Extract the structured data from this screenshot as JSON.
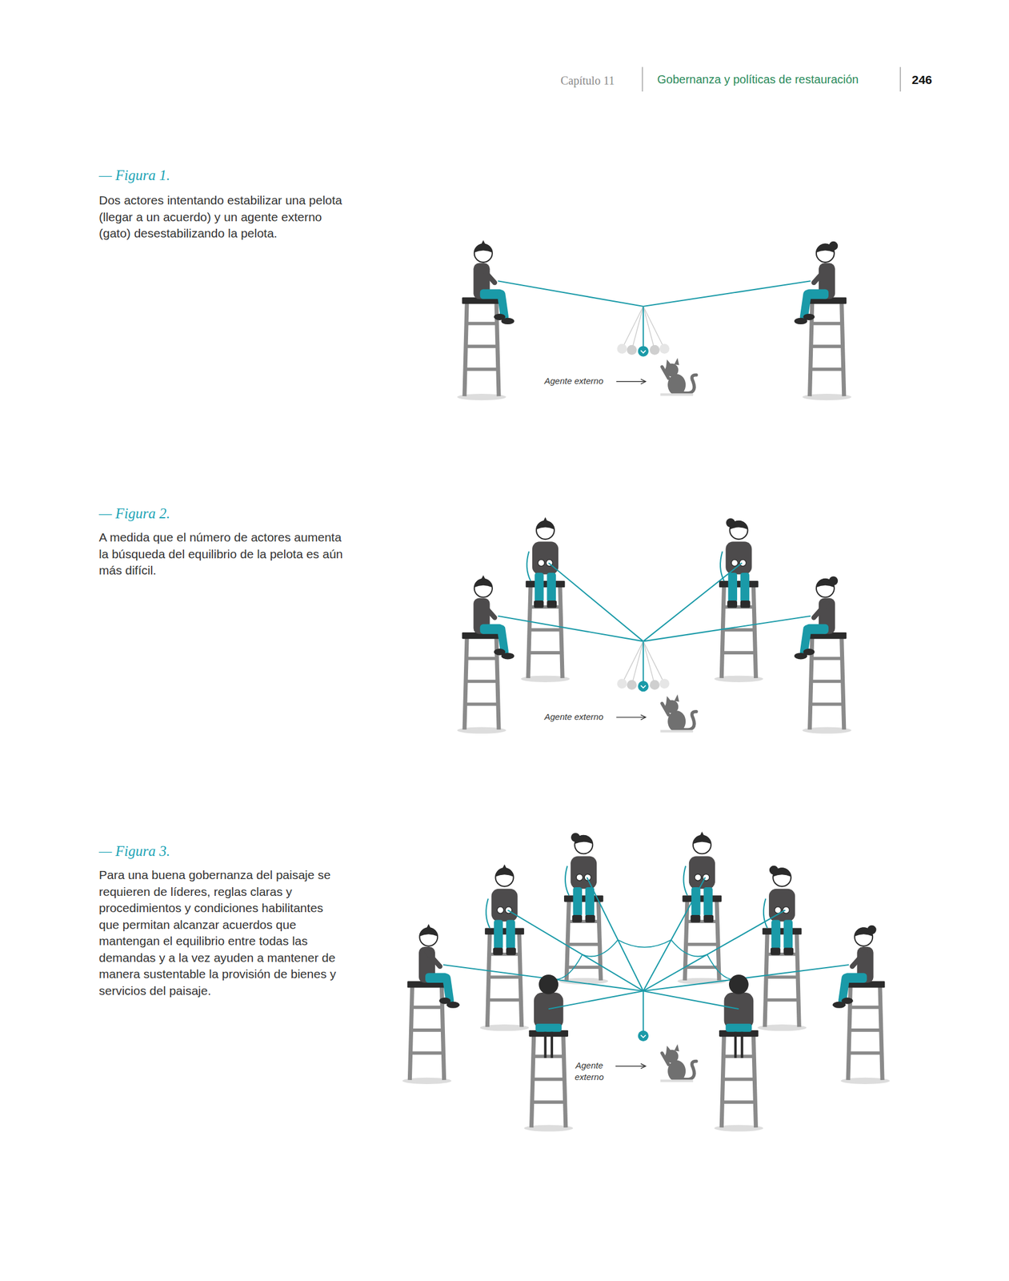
{
  "diagram": {
    "labels": [
      "Capítulo 11",
      "Gobernanza y políticas de restauración",
      "246",
      "— Figura 1.",
      "Dos actores intentando estabilizar una pelota (llegar a un acuerdo) y un agente externo (gato) desestabilizando la pelota.",
      "Agente externo",
      "— Figura 2.",
      "A medida que el número de actores aumenta la búsqueda del equilibrio de la pelota es aún más difícil.",
      "Agente externo",
      "— Figura 3.",
      "Para una buena gobernanza del paisaje se requieren de líderes, reglas claras y procedimientos y condiciones habilitantes que permitan alcanzar acuerdos que mantengan el equilibrio entre todas las demandas y a la vez ayuden a mantener de manera sustentable la provisión de bienes y servicios del paisaje.",
      "Agente externo"
    ]
  }
}
